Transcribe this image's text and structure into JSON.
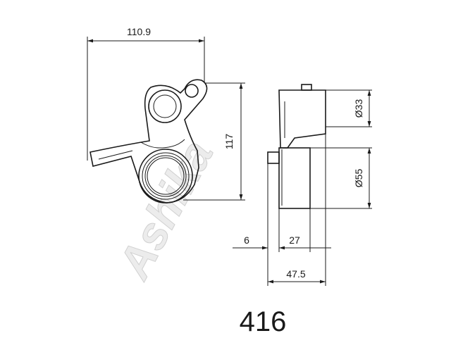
{
  "watermark": "Ashika",
  "part_number": "416",
  "dimensions": {
    "overall_width": "110.9",
    "overall_height": "117",
    "pulley_diameter_small": "Ø33",
    "pulley_diameter_large": "Ø55",
    "offset": "6",
    "pulley_width": "27",
    "total_width": "47.5"
  },
  "colors": {
    "line": "#1a1a1a",
    "watermark": "#d0d0d0"
  }
}
